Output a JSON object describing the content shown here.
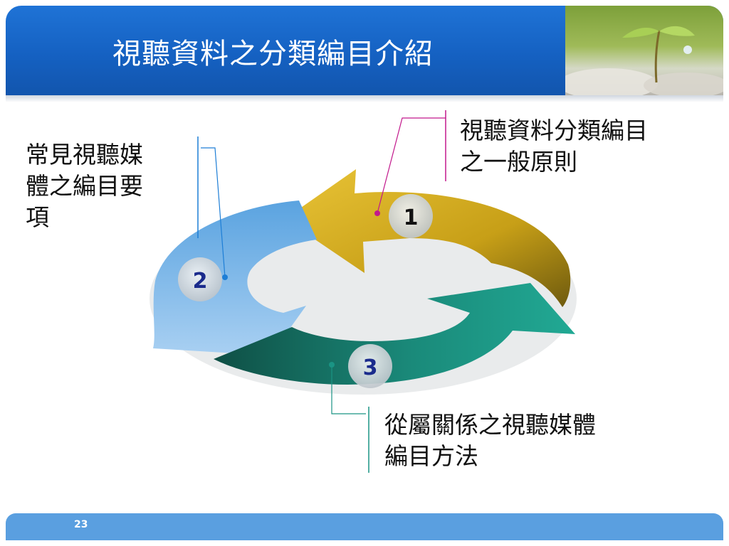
{
  "slide": {
    "title": "視聽資料之分類編目介紹",
    "page_number": "23"
  },
  "cycle": {
    "steps": [
      {
        "number": "1",
        "label_line1": "視聽資料分類編目",
        "label_line2": "之一般原則",
        "color": "#c9a415"
      },
      {
        "number": "2",
        "label_line1": "常見視聽媒",
        "label_line2": "體之編目要",
        "label_line3": "項",
        "color": "#7fb8e6"
      },
      {
        "number": "3",
        "label_line1": "從屬關係之視聽媒體",
        "label_line2": "編目方法",
        "color": "#1a9484"
      }
    ]
  }
}
